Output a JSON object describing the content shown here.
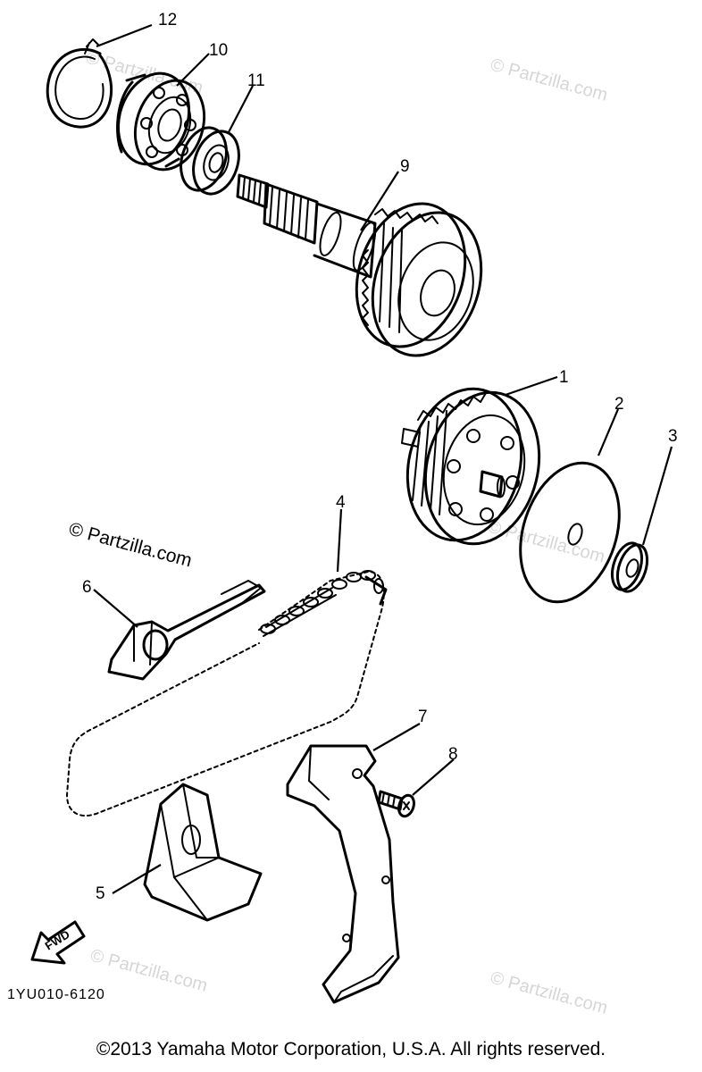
{
  "labels": {
    "p1": "1",
    "p2": "2",
    "p3": "3",
    "p4": "4",
    "p5": "5",
    "p6": "6",
    "p7": "7",
    "p8": "8",
    "p9": "9",
    "p10": "10",
    "p11": "11",
    "p12": "12"
  },
  "watermark": {
    "main": "© Partzilla.com",
    "ghost": "© Partzilla.com"
  },
  "diagram_code": "1YU010-6120",
  "fwd_label": "FWD",
  "copyright": "©2013 Yamaha Motor Corporation, U.S.A. All rights reserved."
}
